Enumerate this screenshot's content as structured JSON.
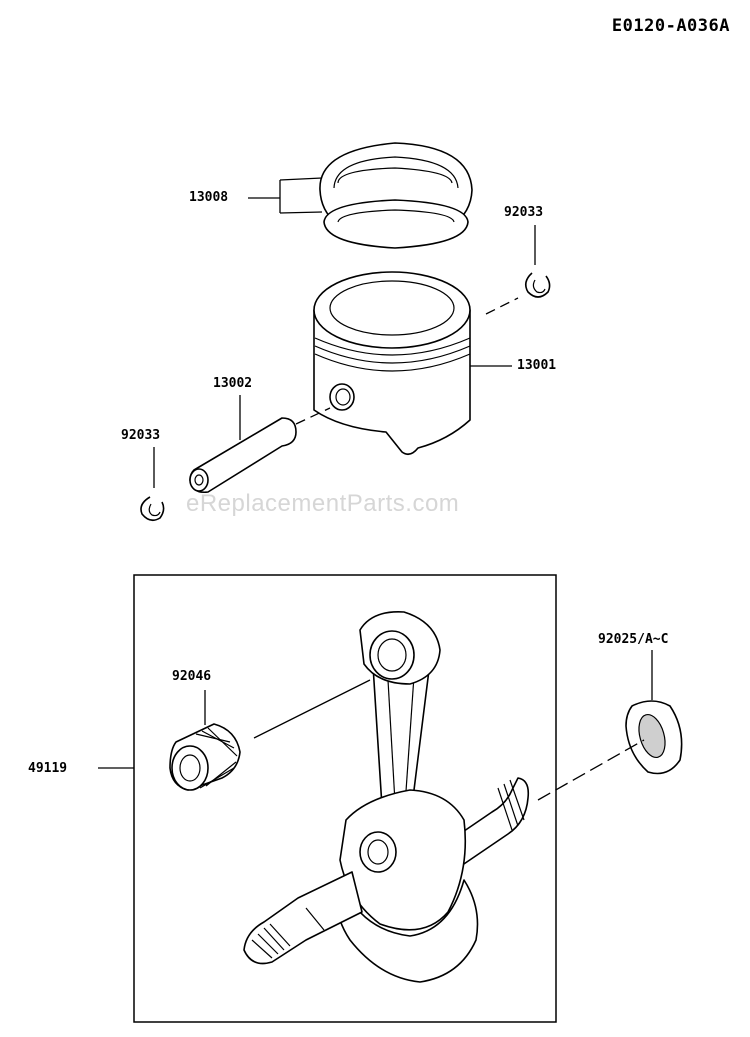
{
  "diagram_code": "E0120-A036A",
  "watermark": "eReplacementParts.com",
  "parts": {
    "piston_rings": "13008",
    "circlip_right": "92033",
    "piston": "13001",
    "piston_pin": "13002",
    "circlip_left": "92033",
    "needle_bearing": "92046",
    "washer": "92025/A~C",
    "crankshaft_assy": "49119"
  }
}
